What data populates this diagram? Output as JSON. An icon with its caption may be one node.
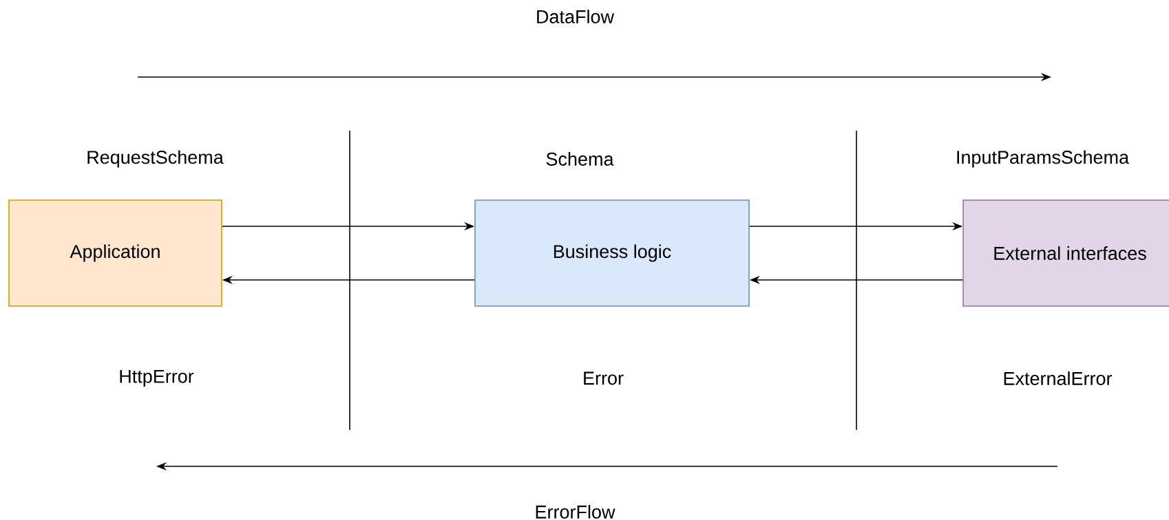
{
  "diagram": {
    "nodes": [
      {
        "text": [
          "Application"
        ]
      },
      {
        "text": [
          "Business logic"
        ]
      },
      {
        "text": [
          "External interfaces"
        ]
      }
    ],
    "edges": [
      {
        "from": 0,
        "to": 1,
        "arrow": "to"
      },
      {
        "from": 1,
        "to": 0,
        "arrow": "to"
      },
      {
        "from": 1,
        "to": 2,
        "arrow": "to"
      },
      {
        "from": 2,
        "to": 1,
        "arrow": "to"
      }
    ],
    "labels": [
      "DataFlow",
      "RequestSchema",
      "Schema",
      "InputParamsSchema",
      "HttpError",
      "Error",
      "ExternalError",
      "ErrorFlow"
    ]
  }
}
